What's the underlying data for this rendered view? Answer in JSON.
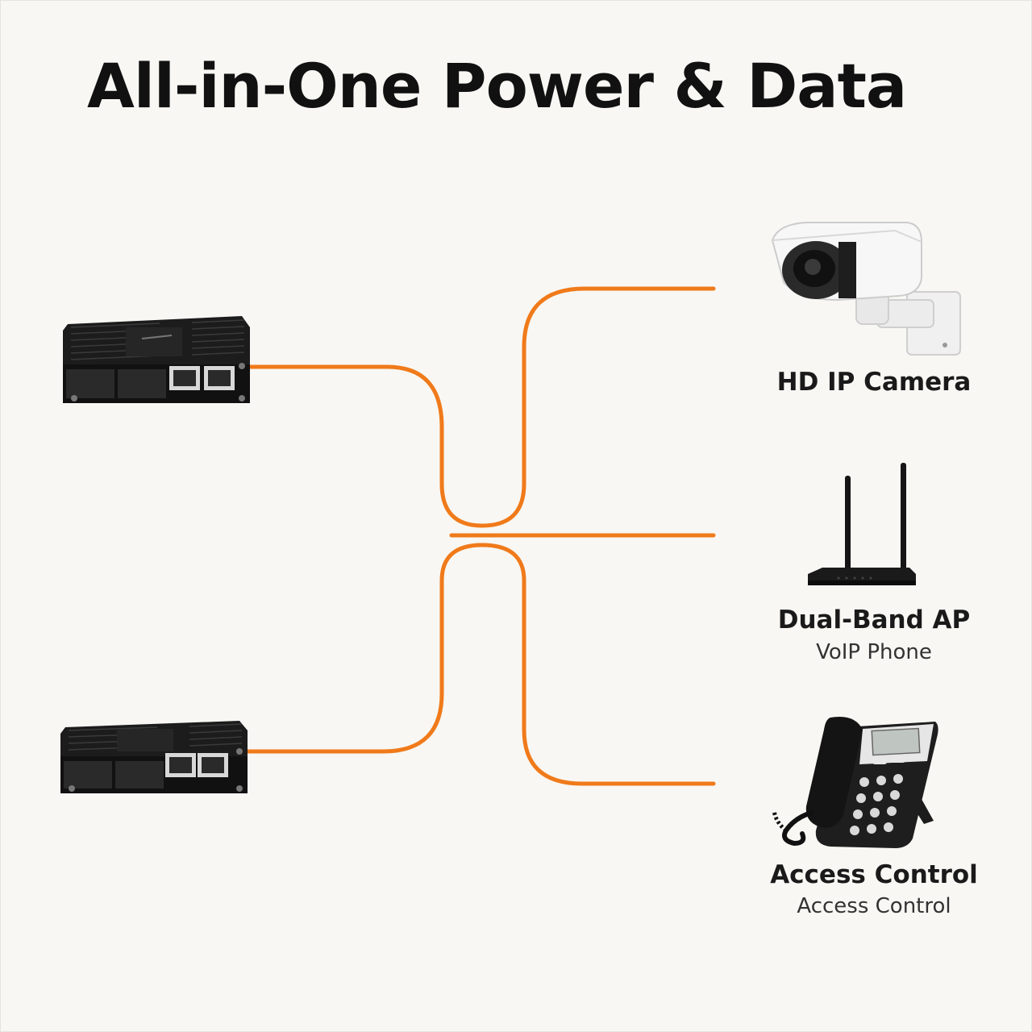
{
  "title": "All-in-One Power & Data",
  "colors": {
    "cable": "#f07a1a",
    "device_body": "#1c1c1c",
    "background": "#f8f7f3"
  },
  "sources": [
    {
      "icon": "poe-switch-icon"
    },
    {
      "icon": "poe-switch-icon"
    }
  ],
  "devices": [
    {
      "icon": "ip-camera-icon",
      "label": "HD IP Camera",
      "sublabel": ""
    },
    {
      "icon": "wifi-router-icon",
      "label": "Dual-Band AP",
      "sublabel": "VoIP Phone"
    },
    {
      "icon": "voip-phone-icon",
      "label": "Access Control",
      "sublabel": "Access Control"
    }
  ]
}
